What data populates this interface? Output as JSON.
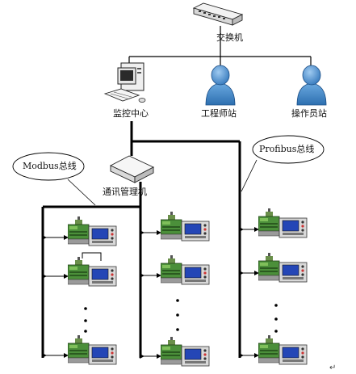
{
  "nodes": {
    "switch": "交换机",
    "monitor": "监控中心",
    "engineer": "工程师站",
    "operator": "操作员站",
    "comm": "通讯管理机"
  },
  "buses": {
    "modbus": "Modbus总线",
    "profibus": "Profibus总线"
  },
  "icons": {
    "switch": "network-switch-icon",
    "computer": "desktop-computer-icon",
    "user": "user-workstation-icon",
    "gateway": "communication-manager-icon",
    "device": "protection-relay-device-icon"
  },
  "columns": [
    {
      "devices": 3,
      "ellipsis_dots": 3
    },
    {
      "devices": 3,
      "ellipsis_dots": 3
    },
    {
      "devices": 3,
      "ellipsis_dots": 3
    }
  ],
  "colors": {
    "line": "#000000",
    "user_body": "#3f86c7",
    "device_green": "#4b8f3a",
    "device_screen": "#2446b6"
  },
  "trailing_mark": "↵"
}
